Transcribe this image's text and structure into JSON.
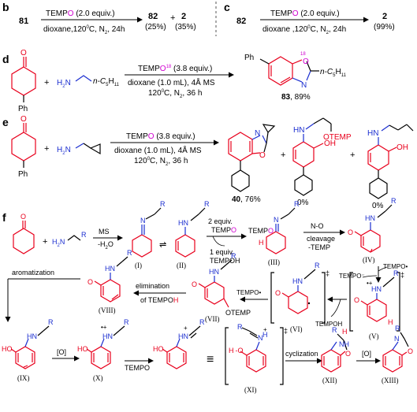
{
  "colors": {
    "black": "#000000",
    "red": "#e8001c",
    "blue": "#1c2fd0",
    "magenta": "#d000d0"
  },
  "panel_b": {
    "label": "b",
    "start": "81",
    "reagent_a": "TEMP",
    "reagent_o": "O",
    "reagent_b": " (2.0 equiv.)",
    "conditions": "dioxane,120",
    "cond_deg": "0",
    "cond_tail": "C, N",
    "cond_sub": "2",
    "cond_time": ", 24h",
    "product1": "82",
    "yield1": "(25%)",
    "plus": "+",
    "product2": "2",
    "yield2": "(35%)"
  },
  "panel_c": {
    "label": "c",
    "start": "82",
    "reagent_a": "TEMP",
    "reagent_o": "O",
    "reagent_b": " (2.0 equiv.)",
    "conditions": "dioxane ,120",
    "cond_deg": "0",
    "cond_tail": "C, N",
    "cond_sub": "2",
    "cond_time": ", 24h",
    "product": "2",
    "yield": "(99%)"
  },
  "panel_d": {
    "label": "d",
    "oxo": "O",
    "ph": "Ph",
    "plus": "+",
    "amine_h2n": "H",
    "amine_sub": "2",
    "amine_n": "N",
    "amine_chain": "n-C",
    "amine_chain_sub": "5",
    "amine_chain_h": "H",
    "amine_chain_sub2": "11",
    "reagent_a": "TEMP",
    "reagent_o": "O",
    "reagent_iso": "18",
    "reagent_b": " (3.8 equiv.)",
    "conditions1": "dioxane (1.0 mL),  4Å MS",
    "conditions2": "120",
    "cond2_deg": "0",
    "cond2_tail": "C, N",
    "cond2_sub": "2",
    "cond2_time": ", 36 h",
    "prod_ph": "Ph",
    "prod_o_iso": "18",
    "prod_o": "O",
    "prod_n": "N",
    "prod_chain": "n-C",
    "prod_sub": "5",
    "prod_h": "H",
    "prod_sub2": "11",
    "product": "83",
    "yield": ", 89%"
  },
  "panel_e": {
    "label": "e",
    "oxo": "O",
    "ph": "Ph",
    "plus": "+",
    "amine_h2n": "H",
    "amine_sub": "2",
    "amine_n": "N",
    "reagent_a": "TEMP",
    "reagent_o": "O",
    "reagent_b": " (3.8 equiv.)",
    "conditions1": "dioxane (1.0 mL),  4Å MS",
    "conditions2": "120",
    "cond2_deg": "0",
    "cond2_tail": "C, N",
    "cond2_sub": "2",
    "cond2_time": ", 36 h",
    "prod1_o": "O",
    "prod1_n": "N",
    "prod1": "40",
    "yield1": ", 76%",
    "prod2_hn": "HN",
    "prod2_oh": "OH",
    "prod2_otemp": "OTEMP",
    "prod2_yield": "0%",
    "prod3_hn": "HN",
    "prod3_oh": "OH",
    "prod3_yield": "0%",
    "plus2": "+",
    "plus3": "+"
  },
  "panel_f": {
    "label": "f",
    "ketone_o": "O",
    "plus": "+",
    "amine_h": "H",
    "amine_sub": "2",
    "amine_n": "N",
    "amine_r": "R",
    "ms": "MS",
    "ms_sub": "-H",
    "ms_sub2": "2",
    "ms_o": "O",
    "i_n": "N",
    "i_r": "R",
    "i_label": "(I)",
    "ii_hn": "HN",
    "ii_r": "R",
    "ii_label": "(II)",
    "equilib": "⇌",
    "tempo_top_a": "2 equiv.",
    "tempo_top_b": "TEMP",
    "tempo_top_o": "O",
    "tempo_bot_a": "1 equiv.",
    "tempo_bot_b": "TEMPOH",
    "iii_tempo": "TEMP",
    "iii_o": "O",
    "iii_h": "H",
    "iii_n": "N",
    "iii_r": "R",
    "iii_label": "(III)",
    "no_a": "N-O",
    "no_b": "cleavage",
    "no_c": "-TEMP",
    "iv_hn": "HN",
    "iv_r": "R",
    "iv_o": "O",
    "iv_label": "(IV)",
    "tempo_rad": "TEMPO•",
    "tempo_anion": "TEMPO⁻",
    "v_hn": "HN",
    "v_r": "R",
    "v_o": "O",
    "v_h": "H",
    "v_label": "(V)",
    "v_rad": "•+",
    "tempoh_mid": "TEMPOH",
    "tempoh_o": "O",
    "tempoh_h": "H",
    "vi_hn": "HN",
    "vi_r": "R",
    "vi_o": "O",
    "vi_label": "(VI)",
    "ddagger": "‡",
    "tempo_rad2": "TEMPO•",
    "vii_hn": "HN",
    "vii_r": "R",
    "vii_o": "O",
    "vii_otemp": "OTEMP",
    "vii_label": "(VII)",
    "elim_a": "elimination",
    "elim_b": "of TEMPO",
    "elim_h": "H",
    "viii_hn": "HN",
    "viii_r": "R",
    "viii_o": "O",
    "viii_label": "(VIII)",
    "arom": "aromatization",
    "ix_ho": "HO",
    "ix_hn": "HN",
    "ix_r": "R",
    "ix_label": "(IX)",
    "ox1": "[O]",
    "x_ho": "HO",
    "x_hn": "HN",
    "x_r": "R",
    "x_rad": "•+",
    "x_label": "(X)",
    "tempo_x": "TEMPO",
    "y_ho": "HO",
    "y_hn": "HN",
    "y_r": "R",
    "y_plus": "+",
    "equiv": "≡",
    "xi_h": "H",
    "xi_o": "O",
    "xi_n": "N",
    "xi_h2": "H",
    "xi_r": "R",
    "xi_plus": "+",
    "xi_label": "(XI)",
    "cycl": "cyclization",
    "xii_r": "R",
    "xii_h": "H",
    "xii_o": "O",
    "xii_nh": "NH",
    "xii_label": "(XII)",
    "ox2": "[O]",
    "xiii_r": "R",
    "xiii_o": "O",
    "xiii_n": "N",
    "xiii_label": "(XIII)"
  }
}
